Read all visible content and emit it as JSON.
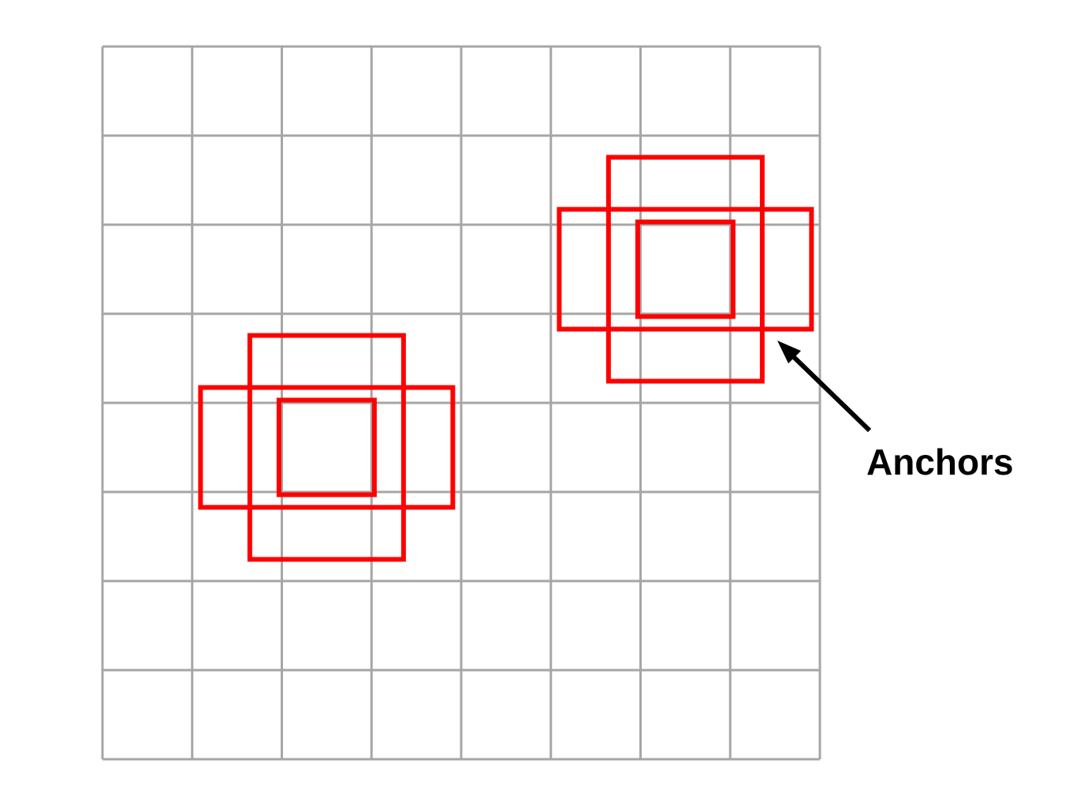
{
  "diagram": {
    "grid": {
      "rows": 8,
      "cols": 8
    },
    "anchor_groups": [
      {
        "name": "lower-left",
        "center_cell": [
          2.5,
          4.5
        ],
        "boxes": [
          "tall",
          "wide",
          "small"
        ]
      },
      {
        "name": "upper-right",
        "center_cell": [
          6.5,
          2.5
        ],
        "boxes": [
          "tall",
          "wide",
          "small"
        ]
      }
    ],
    "label": "Anchors"
  },
  "colors": {
    "grid": "#a6a6a6",
    "anchor": "#ff0000",
    "arrow": "#000000"
  }
}
